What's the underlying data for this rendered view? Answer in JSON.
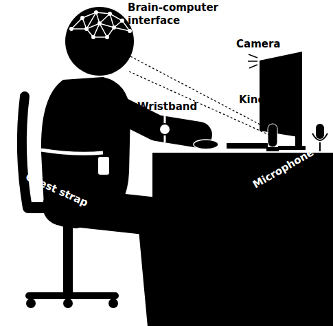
{
  "diagram": {
    "labels": [
      "Brain-computer interface",
      "Camera",
      "Kinect",
      "Wristband",
      "Chest strap",
      "Microphone"
    ]
  }
}
